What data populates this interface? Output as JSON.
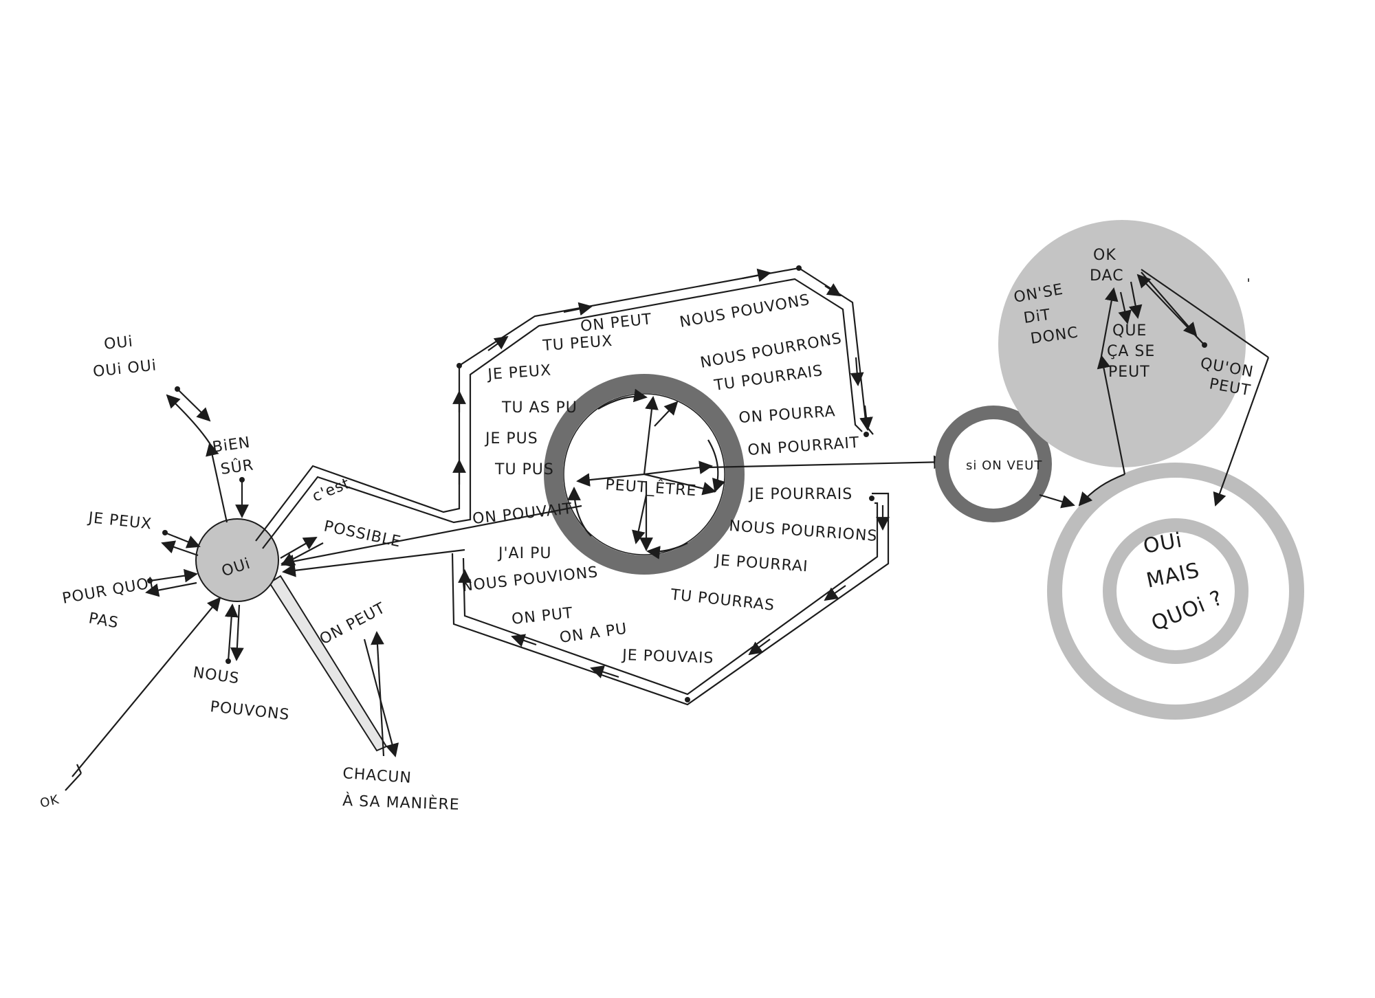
{
  "labels": {
    "oui_center": "OUi",
    "oui_oui_oui_1": "OUi",
    "oui_oui_oui_2": "OUi OUi",
    "bien": "BiEN",
    "sur": "SÛR",
    "je_peux_left": "JE PEUX",
    "pourquoi": "POUR QUOI",
    "pas": "PAS",
    "nous": "NOUS",
    "pouvons": "POUVONS",
    "ok_bottom": "OK",
    "cest": "c'est",
    "possible": "POSSIBLE",
    "on_peut_mid": "ON PEUT",
    "chacun": "CHACUN",
    "a_sa_maniere": "À SA MANIÈRE",
    "on_peut_top": "ON PEUT",
    "nous_pouvons_top": "NOUS POUVONS",
    "tu_peux": "TU PEUX",
    "je_peux_poly": "JE PEUX",
    "nous_pourrons": "NOUS POURRONS",
    "tu_pourrais": "TU POURRAIS",
    "tu_as_pu": "TU AS PU",
    "on_pourra": "ON POURRA",
    "je_pus": "JE PUS",
    "on_pourrait": "ON POURRAIT",
    "tu_pus": "TU PUS",
    "peut_etre": "PEUT_ÊTRE",
    "on_pouvait": "ON POUVAIT",
    "je_pourrais": "JE POURRAIS",
    "nous_pourrions": "NOUS POURRIONS",
    "jai_pu": "J'AI PU",
    "je_pourrai": "JE POURRAI",
    "nous_pouvions": "NOUS POUVIONS",
    "tu_pourras": "TU POURRAS",
    "on_put": "ON PUT",
    "on_a_pu": "ON A PU",
    "je_pouvais": "JE POUVAIS",
    "si_on_veut": "si ON VEUT",
    "ok_top": "OK",
    "dac": "DAC",
    "on_se": "ON'SE",
    "dit": "DiT",
    "donc": "DONC",
    "que": "QUE",
    "ca_se": "ÇA SE",
    "peut": "PEUT",
    "quon": "QU'ON",
    "peut2": "PEUT",
    "oui_mais": "OUi",
    "mais": "MAIS",
    "quoi": "QUOi ?"
  },
  "colors": {
    "ink": "#1c1c1c",
    "gray_fill": "#c4c4c4",
    "dark_ring": "#6e6e6e",
    "light_ring": "#bdbdbd"
  }
}
